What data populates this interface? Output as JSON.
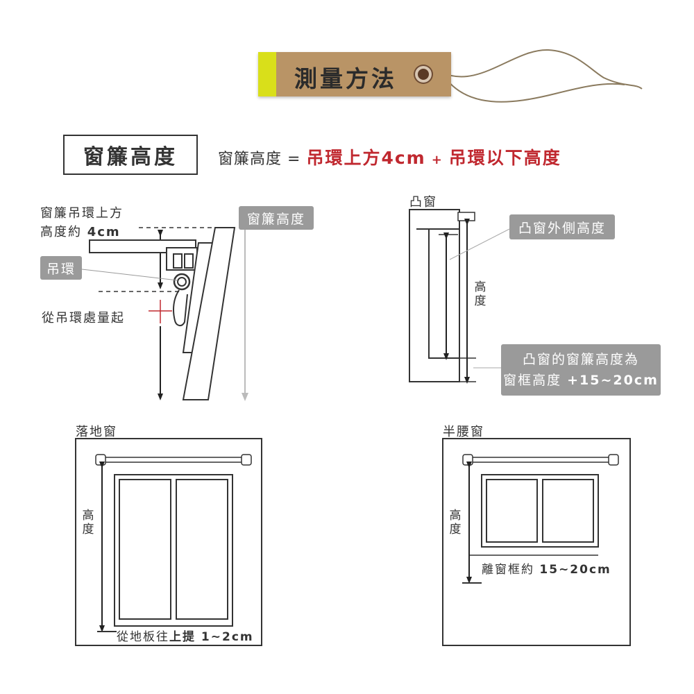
{
  "tag": {
    "title": "測量方法"
  },
  "section_title": "窗簾高度",
  "formula": {
    "prefix": "窗簾高度 =",
    "part1": "吊環上方4cm",
    "plus": "+",
    "part2": "吊環以下高度"
  },
  "hook_diagram": {
    "note_line1": "窗簾吊環上方",
    "note_line2_prefix": "高度約",
    "note_line2_value": "4cm",
    "ring_label": "吊環",
    "start_label": "從吊環處量起",
    "curtain_height_label": "窗簾高度"
  },
  "bay_window": {
    "title": "凸窗",
    "outer_label": "凸窗外側高度",
    "height_char1": "高",
    "height_char2": "度",
    "note_line1": "凸窗的窗簾高度為",
    "note_line2_prefix": "窗框高度",
    "note_line2_value": "+15~20cm"
  },
  "floor_window": {
    "title": "落地窗",
    "height_char1": "高",
    "height_char2": "度",
    "note_prefix": "從地板往",
    "note_bold": "上提 1~2cm"
  },
  "half_window": {
    "title": "半腰窗",
    "height_char1": "高",
    "height_char2": "度",
    "note_prefix": "離窗框約",
    "note_bold": "15~20cm"
  },
  "colors": {
    "accent_red": "#c0282f",
    "label_gray": "#9a9a9a",
    "kraft": "#b99466",
    "tape": "#d9df1a"
  }
}
